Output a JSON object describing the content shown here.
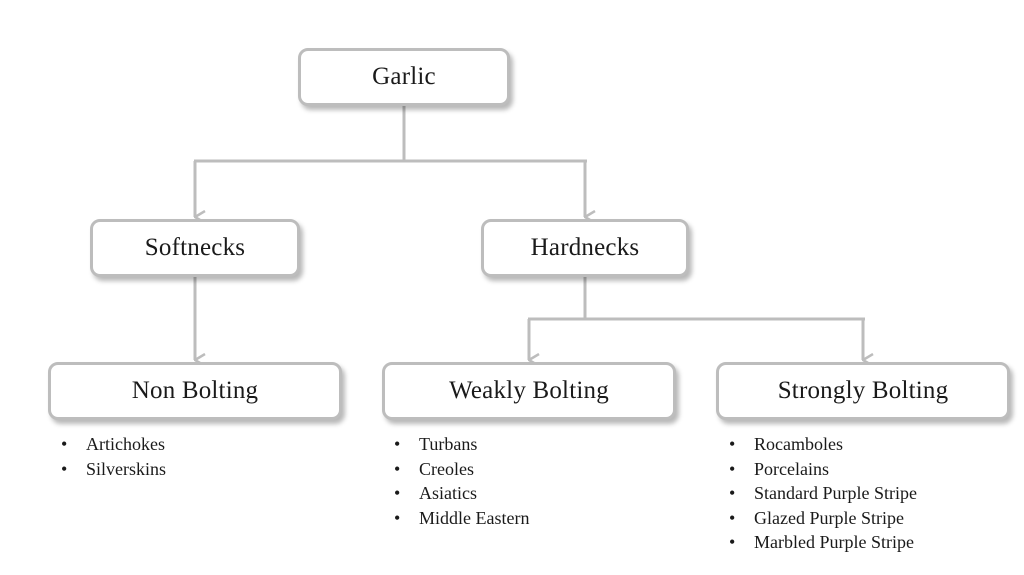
{
  "diagram": {
    "root": {
      "label": "Garlic"
    },
    "groups": [
      {
        "label": "Softnecks"
      },
      {
        "label": "Hardnecks"
      }
    ],
    "categories": [
      {
        "label": "Non Bolting",
        "items": [
          "Artichokes",
          "Silverskins"
        ]
      },
      {
        "label": "Weakly Bolting",
        "items": [
          "Turbans",
          "Creoles",
          "Asiatics",
          "Middle Eastern"
        ]
      },
      {
        "label": "Strongly Bolting",
        "items": [
          "Rocamboles",
          "Porcelains",
          "Standard Purple Stripe",
          "Glazed Purple Stripe",
          "Marbled Purple Stripe"
        ]
      }
    ],
    "connector_color": "#bdbdbd",
    "box_border_color": "#bdbdbd"
  }
}
